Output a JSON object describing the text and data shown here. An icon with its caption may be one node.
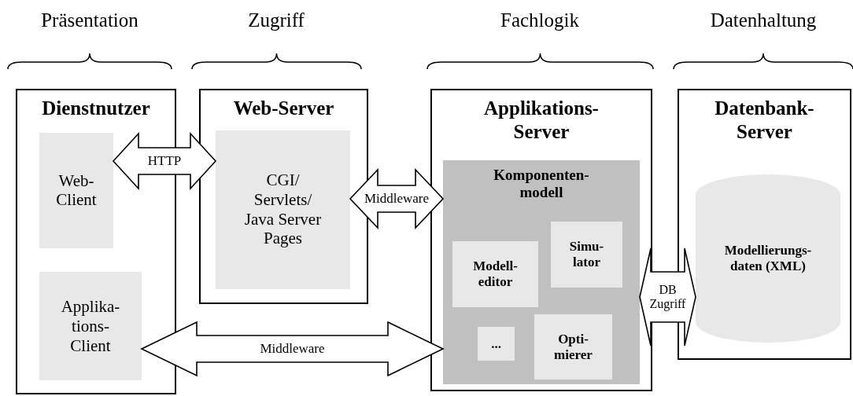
{
  "diagram": {
    "nodes": [
      {
        "text": [
          "Dienstnutzer"
        ]
      },
      {
        "text": [
          "Web- Client"
        ],
        "in": 0
      },
      {
        "text": [
          "Applika- tions- Client"
        ],
        "in": 0
      },
      {
        "text": [
          "Web-Server"
        ]
      },
      {
        "text": [
          "CGI/ Servlets/ Java Server Pages"
        ],
        "in": 3
      },
      {
        "text": [
          "Applikations- Server"
        ]
      },
      {
        "text": [
          "Komponenten- modell"
        ],
        "in": 5
      },
      {
        "text": [
          "Modell- editor"
        ],
        "in": 6
      },
      {
        "text": [
          "Simu- lator"
        ],
        "in": 6
      },
      {
        "text": [
          "..."
        ],
        "in": 6
      },
      {
        "text": [
          "Opti- mierer"
        ],
        "in": 6
      },
      {
        "text": [
          "Datenbank- Server"
        ]
      },
      {
        "text": [
          "Modellierungs- daten (XML)"
        ],
        "in": 11
      }
    ],
    "edges": [
      {
        "from": 1,
        "to": 4,
        "arrow": "both",
        "label": "HTTP"
      },
      {
        "from": 4,
        "to": 6,
        "arrow": "both",
        "label": "Middleware"
      },
      {
        "from": 2,
        "to": 6,
        "arrow": "both",
        "label": "Middleware"
      },
      {
        "from": 6,
        "to": 12,
        "arrow": "both",
        "label": "DB Zugriff"
      }
    ],
    "labels": [
      "Präsentation",
      "Zugriff",
      "Fachlogik",
      "Datenhaltung"
    ]
  }
}
